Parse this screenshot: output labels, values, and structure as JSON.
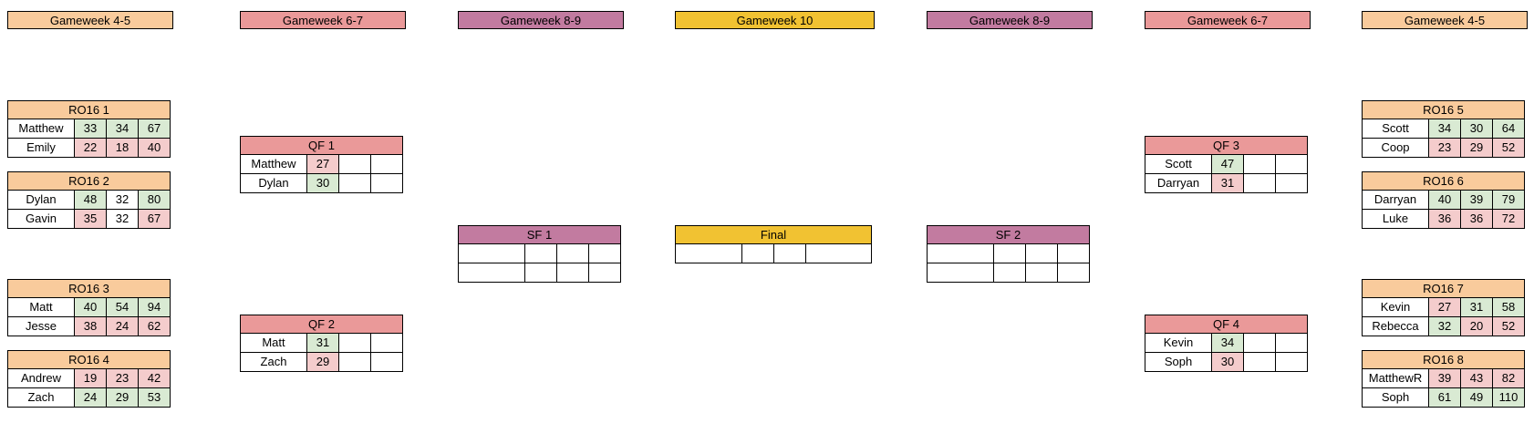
{
  "headers": {
    "left_gw45": "Gameweek 4-5",
    "left_gw67": "Gameweek 6-7",
    "left_gw89": "Gameweek 8-9",
    "center_gw10": "Gameweek 10",
    "right_gw89": "Gameweek 8-9",
    "right_gw67": "Gameweek 6-7",
    "right_gw45": "Gameweek 4-5"
  },
  "colors": {
    "orange": "#f9cb9c",
    "red": "#ea9999",
    "purple": "#c27ba0",
    "yellow": "#f1c232",
    "win": "#d9ead3",
    "lose": "#f4cccc"
  },
  "ro16": [
    {
      "title": "RO16 1",
      "rows": [
        {
          "name": "Matthew",
          "s1": "33",
          "s2": "34",
          "total": "67"
        },
        {
          "name": "Emily",
          "s1": "22",
          "s2": "18",
          "total": "40"
        }
      ]
    },
    {
      "title": "RO16 2",
      "rows": [
        {
          "name": "Dylan",
          "s1": "48",
          "s2": "32",
          "total": "80"
        },
        {
          "name": "Gavin",
          "s1": "35",
          "s2": "32",
          "total": "67"
        }
      ]
    },
    {
      "title": "RO16 3",
      "rows": [
        {
          "name": "Matt",
          "s1": "40",
          "s2": "54",
          "total": "94"
        },
        {
          "name": "Jesse",
          "s1": "38",
          "s2": "24",
          "total": "62"
        }
      ]
    },
    {
      "title": "RO16 4",
      "rows": [
        {
          "name": "Andrew",
          "s1": "19",
          "s2": "23",
          "total": "42"
        },
        {
          "name": "Zach",
          "s1": "24",
          "s2": "29",
          "total": "53"
        }
      ]
    },
    {
      "title": "RO16 5",
      "rows": [
        {
          "name": "Scott",
          "s1": "34",
          "s2": "30",
          "total": "64"
        },
        {
          "name": "Coop",
          "s1": "23",
          "s2": "29",
          "total": "52"
        }
      ]
    },
    {
      "title": "RO16 6",
      "rows": [
        {
          "name": "Darryan",
          "s1": "40",
          "s2": "39",
          "total": "79"
        },
        {
          "name": "Luke",
          "s1": "36",
          "s2": "36",
          "total": "72"
        }
      ]
    },
    {
      "title": "RO16 7",
      "rows": [
        {
          "name": "Kevin",
          "s1": "27",
          "s2": "31",
          "total": "58"
        },
        {
          "name": "Rebecca",
          "s1": "32",
          "s2": "20",
          "total": "52"
        }
      ]
    },
    {
      "title": "RO16 8",
      "rows": [
        {
          "name": "MatthewR",
          "s1": "39",
          "s2": "43",
          "total": "82"
        },
        {
          "name": "Soph",
          "s1": "61",
          "s2": "49",
          "total": "110"
        }
      ]
    }
  ],
  "qf": [
    {
      "title": "QF 1",
      "rows": [
        {
          "name": "Matthew",
          "s1": "27",
          "s2": "",
          "total": ""
        },
        {
          "name": "Dylan",
          "s1": "30",
          "s2": "",
          "total": ""
        }
      ]
    },
    {
      "title": "QF 2",
      "rows": [
        {
          "name": "Matt",
          "s1": "31",
          "s2": "",
          "total": ""
        },
        {
          "name": "Zach",
          "s1": "29",
          "s2": "",
          "total": ""
        }
      ]
    },
    {
      "title": "QF 3",
      "rows": [
        {
          "name": "Scott",
          "s1": "47",
          "s2": "",
          "total": ""
        },
        {
          "name": "Darryan",
          "s1": "31",
          "s2": "",
          "total": ""
        }
      ]
    },
    {
      "title": "QF 4",
      "rows": [
        {
          "name": "Kevin",
          "s1": "34",
          "s2": "",
          "total": ""
        },
        {
          "name": "Soph",
          "s1": "30",
          "s2": "",
          "total": ""
        }
      ]
    }
  ],
  "sf": [
    {
      "title": "SF 1",
      "rows": [
        {
          "name": "",
          "s1": "",
          "s2": "",
          "total": ""
        },
        {
          "name": "",
          "s1": "",
          "s2": "",
          "total": ""
        }
      ]
    },
    {
      "title": "SF 2",
      "rows": [
        {
          "name": "",
          "s1": "",
          "s2": "",
          "total": ""
        },
        {
          "name": "",
          "s1": "",
          "s2": "",
          "total": ""
        }
      ]
    }
  ],
  "final": {
    "title": "Final",
    "rows": [
      {
        "name": "",
        "s1": "",
        "s2": "",
        "total": ""
      }
    ]
  }
}
